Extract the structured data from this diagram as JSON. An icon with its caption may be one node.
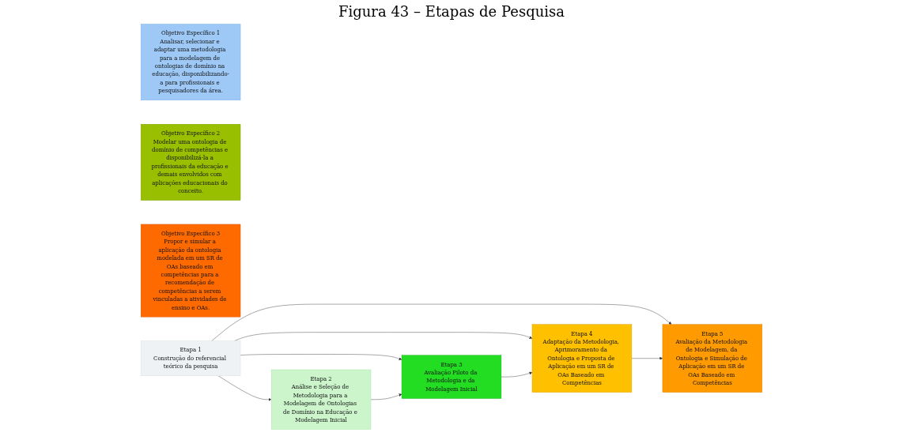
{
  "diagram": {
    "title": "Figura 43 – Etapas de Pesquisa",
    "nodes": [
      {
        "text": [
          "Objetivo Específico 1",
          "Analisar, selecionar e adaptar uma metodologia para a modelagem de ontologias de domínio na educação, disponibilizando-a para profissionais e pesquisadores da área."
        ]
      },
      {
        "text": [
          "Objetivo Específico 2",
          "Modelar uma ontologia de domínio de competências e disponibilizá-la a profissionais da educação e demais envolvidos com aplicações educacionais do conceito."
        ]
      },
      {
        "text": [
          "Objetivo Específico 3",
          "Propor e simular a aplicação da ontologia modelada em um SR de OAs baseado em competências para a recomendação de competências a serem vinculadas a atividades de ensino e OAs."
        ]
      },
      {
        "text": [
          "Etapa 1",
          "Construção do referencial teórico da pesquisa"
        ]
      },
      {
        "text": [
          "Etapa 2",
          "Análise e Seleção de Metodologia para a Modelagem de Ontologias de Domínio na Educação e Modelagem Inicial"
        ]
      },
      {
        "text": [
          "Etapa 3",
          "Avaliação Piloto da Metodologia e da Modelagem Inicial"
        ]
      },
      {
        "text": [
          "Etapa 4",
          "Adaptação da Metodologia, Aprimoramento da Ontologia e Proposta de Aplicação em um SR de OAs Baseado em Competências"
        ]
      },
      {
        "text": [
          "Etapa 5",
          "Avaliação da Metodologia de Modelagem, da Ontologia e Simulação de Aplicação em um SR de OAs Baseado em Competências"
        ]
      }
    ],
    "edges": [
      {
        "from": 3,
        "to": 4,
        "arrow": "to"
      },
      {
        "from": 3,
        "to": 5,
        "arrow": "to"
      },
      {
        "from": 3,
        "to": 6,
        "arrow": "to"
      },
      {
        "from": 3,
        "to": 7,
        "arrow": "to"
      },
      {
        "from": 4,
        "to": 5,
        "arrow": "to"
      },
      {
        "from": 5,
        "to": 6,
        "arrow": "to"
      },
      {
        "from": 6,
        "to": 7,
        "arrow": "to"
      }
    ]
  }
}
